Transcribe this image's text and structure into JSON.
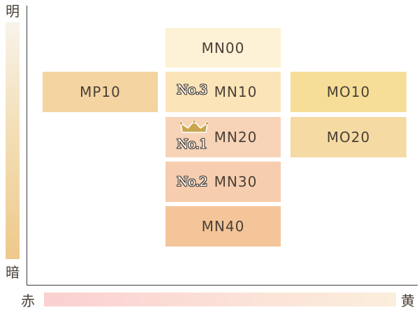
{
  "axes": {
    "top_label": "明",
    "bottom_label": "暗",
    "left_label": "赤",
    "right_label": "黄"
  },
  "colors": {
    "MN00": "#fdf1d6",
    "MN10": "#fbe4b8",
    "MN20": "#f7d3b8",
    "MN30": "#f6ceaf",
    "MN40": "#f3c599",
    "MP10": "#f4d4a1",
    "MO10": "#f6de98",
    "MO20": "#f5daa4"
  },
  "swatches": {
    "mn00": "MN00",
    "mn10": "MN10",
    "mn20": "MN20",
    "mn30": "MN30",
    "mn40": "MN40",
    "mp10": "MP10",
    "mo10": "MO10",
    "mo20": "MO20"
  },
  "ranks": {
    "mn10": "No.3",
    "mn20": "No.1",
    "mn30": "No.2"
  },
  "icons": {
    "crown": "crown-icon"
  }
}
